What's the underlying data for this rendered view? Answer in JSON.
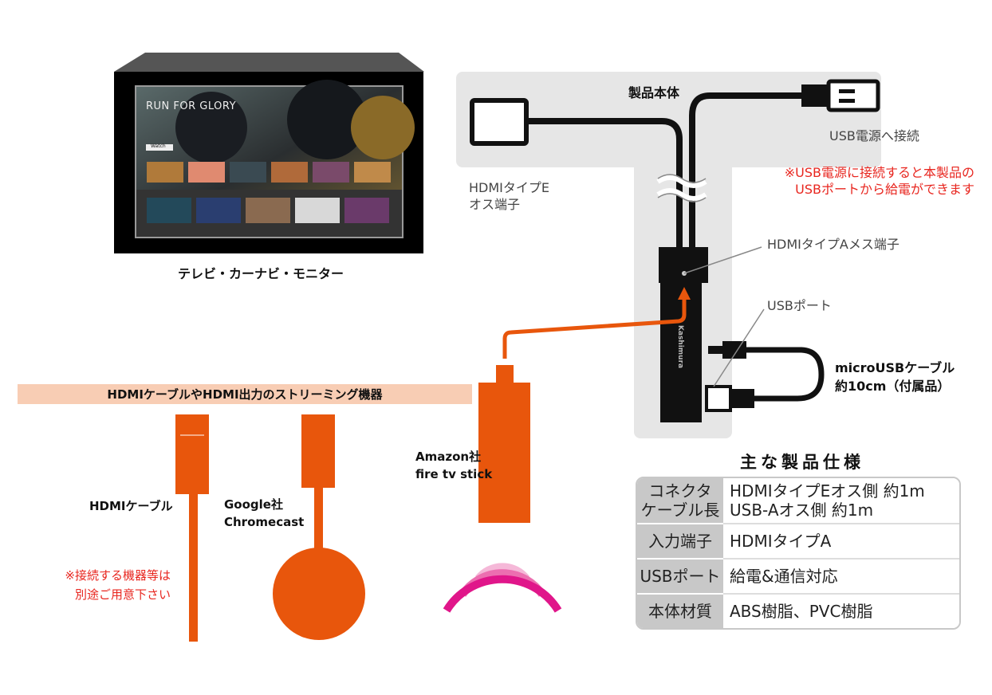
{
  "tv": {
    "label": "テレビ・カーナビ・モニター",
    "screen_title": "RUN FOR GLORY",
    "screen_button": "Watch"
  },
  "product": {
    "title": "製品本体",
    "hdmi_e_label": [
      "HDMIタイプE",
      "オス端子"
    ],
    "usb_power_label": "USB電源へ接続",
    "usb_note": [
      "※USB電源に接続すると本製品の",
      "USBポートから給電ができます"
    ],
    "hdmi_a_label": "HDMIタイプAメス端子",
    "usb_port_label": "USBポート",
    "micro_usb_label": [
      "microUSBケーブル",
      "約10cm（付属品）"
    ],
    "brand_on_body": "Kashimura"
  },
  "devices": {
    "banner": "HDMIケーブルやHDMI出力のストリーミング機器",
    "hdmi_cable": "HDMIケーブル",
    "chromecast": [
      "Google社",
      "Chromecast"
    ],
    "firetv": [
      "Amazon社",
      "fire tv stick"
    ],
    "note": [
      "※接続する機器等は",
      "別途ご用意下さい"
    ]
  },
  "specs": {
    "title": "主な製品仕様",
    "rows": [
      {
        "key": [
          "コネクタ",
          "ケーブル長"
        ],
        "value": [
          "HDMIタイプEオス側 約1m",
          "USB-Aオス側 約1m"
        ]
      },
      {
        "key": [
          "入力端子"
        ],
        "value": [
          "HDMIタイプA"
        ]
      },
      {
        "key": [
          "USBポート"
        ],
        "value": [
          "給電&通信対応"
        ]
      },
      {
        "key": [
          "本体材質"
        ],
        "value": [
          "ABS樹脂、PVC樹脂"
        ]
      }
    ]
  },
  "colors": {
    "orange": "#e8560c",
    "panel": "#e6e6e6",
    "banner": "#f8cdb4",
    "red": "#e8261f",
    "magenta": "#e0168a",
    "pink": "#f0a8cf"
  }
}
